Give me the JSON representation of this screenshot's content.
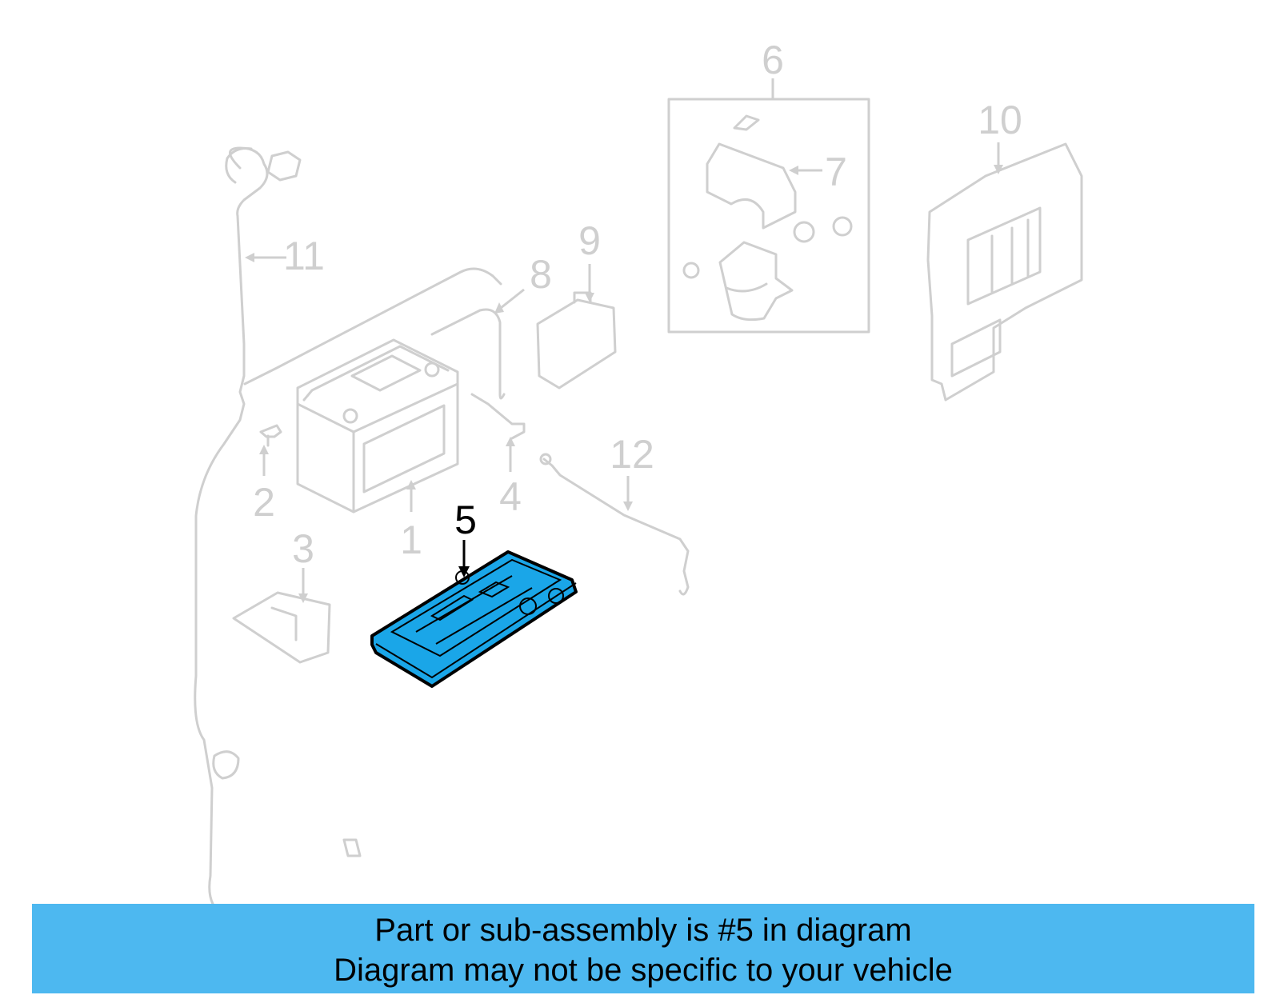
{
  "callouts": {
    "c1": "1",
    "c2": "2",
    "c3": "3",
    "c4": "4",
    "c5": "5",
    "c6": "6",
    "c7": "7",
    "c8": "8",
    "c9": "9",
    "c10": "10",
    "c11": "11",
    "c12": "12"
  },
  "highlighted_part": "5",
  "colors": {
    "highlight_fill": "#1aa6e8",
    "banner_background": "#4db8f0",
    "ghost_stroke": "#cfcfcf"
  },
  "banner": {
    "line1": "Part or sub-assembly is #5 in diagram",
    "line2": "Diagram may not be specific to your vehicle"
  }
}
